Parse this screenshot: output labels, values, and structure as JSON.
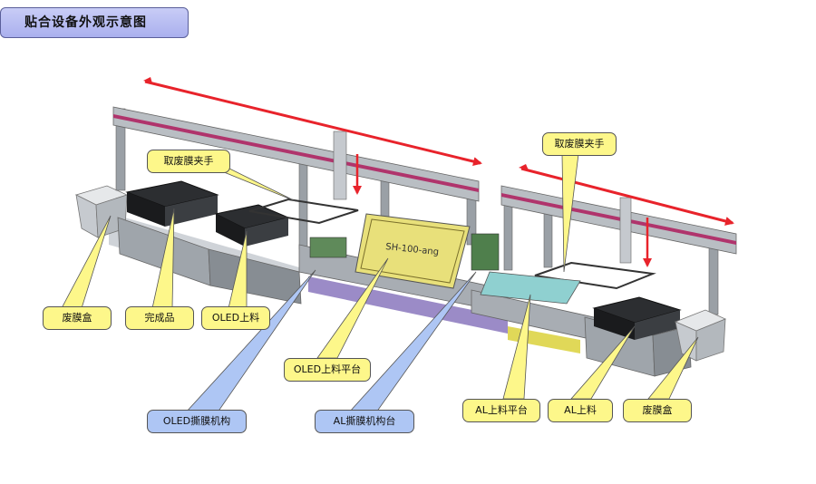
{
  "page": {
    "title": "贴合设备外观示意图"
  },
  "diagram": {
    "plate_text": "SH-100-ang",
    "callouts": {
      "left_gripper": "取废膜夹手",
      "right_gripper": "取废膜夹手",
      "left_waste_box": "废膜盒",
      "finished": "完成品",
      "oled_loading": "OLED上料",
      "oled_platform": "OLED上料平台",
      "oled_peel": "OLED撕膜机构",
      "al_peel": "AL撕膜机构台",
      "al_platform": "AL上料平台",
      "al_loading": "AL上料",
      "right_waste_box": "废膜盒"
    },
    "colors": {
      "callout_yellow": "#fdf78a",
      "callout_blue": "#aec6f4",
      "arrow_red": "#e8232b",
      "title_bg": "#b7bcf2",
      "frame_gray": "#9aa0a6",
      "rail_magenta": "#b0346c"
    }
  }
}
